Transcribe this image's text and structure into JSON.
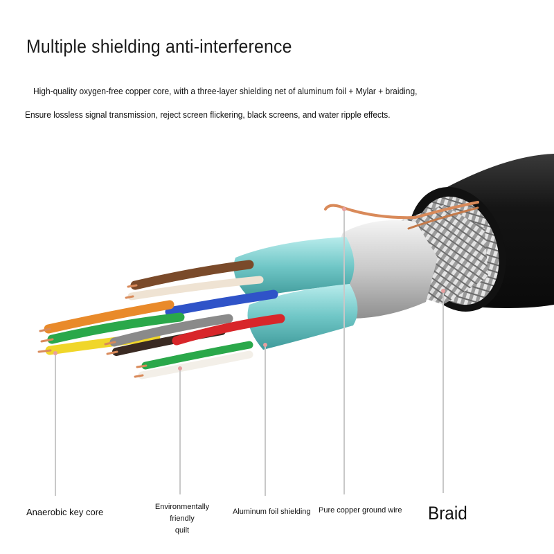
{
  "header": {
    "title": "Multiple shielding anti-interference",
    "line1": "High-quality oxygen-free copper core, with a three-layer shielding net of aluminum foil + Mylar + braiding,",
    "line2": "Ensure lossless signal transmission, reject screen flickering, black screens, and water ripple effects."
  },
  "labels": {
    "core": "Anaerobic key core",
    "quilt_line1": "Environmentally friendly",
    "quilt_line2": "quilt",
    "foil": "Aluminum foil shielding",
    "ground": "Pure copper ground wire",
    "braid": "Braid"
  },
  "colors": {
    "jacket": "#151515",
    "foil": "#d9d9d9",
    "mylar": "#7fcfcf",
    "copper": "#d98a5a",
    "wire_brown": "#7a4a2a",
    "wire_blue": "#2f53c8",
    "wire_orange": "#e98a2a",
    "wire_green": "#2aa84a",
    "wire_yellow": "#f0d62a",
    "wire_red": "#d8262a",
    "wire_gray": "#8a8a8a"
  }
}
